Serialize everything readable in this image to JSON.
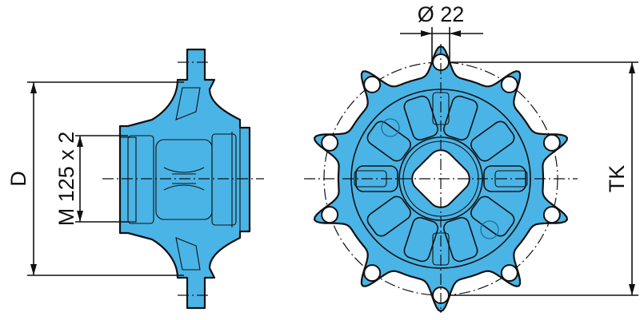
{
  "labels": {
    "bolt_hole_diameter": "Ø 22",
    "diameter": "D",
    "thread": "M 125 x 2",
    "bolt_circle": "TK"
  },
  "colors": {
    "part_fill": "#4ab4e6",
    "outline": "#111111"
  },
  "front_view": {
    "bolt_hole_count": 10,
    "pocket_count": 10
  }
}
